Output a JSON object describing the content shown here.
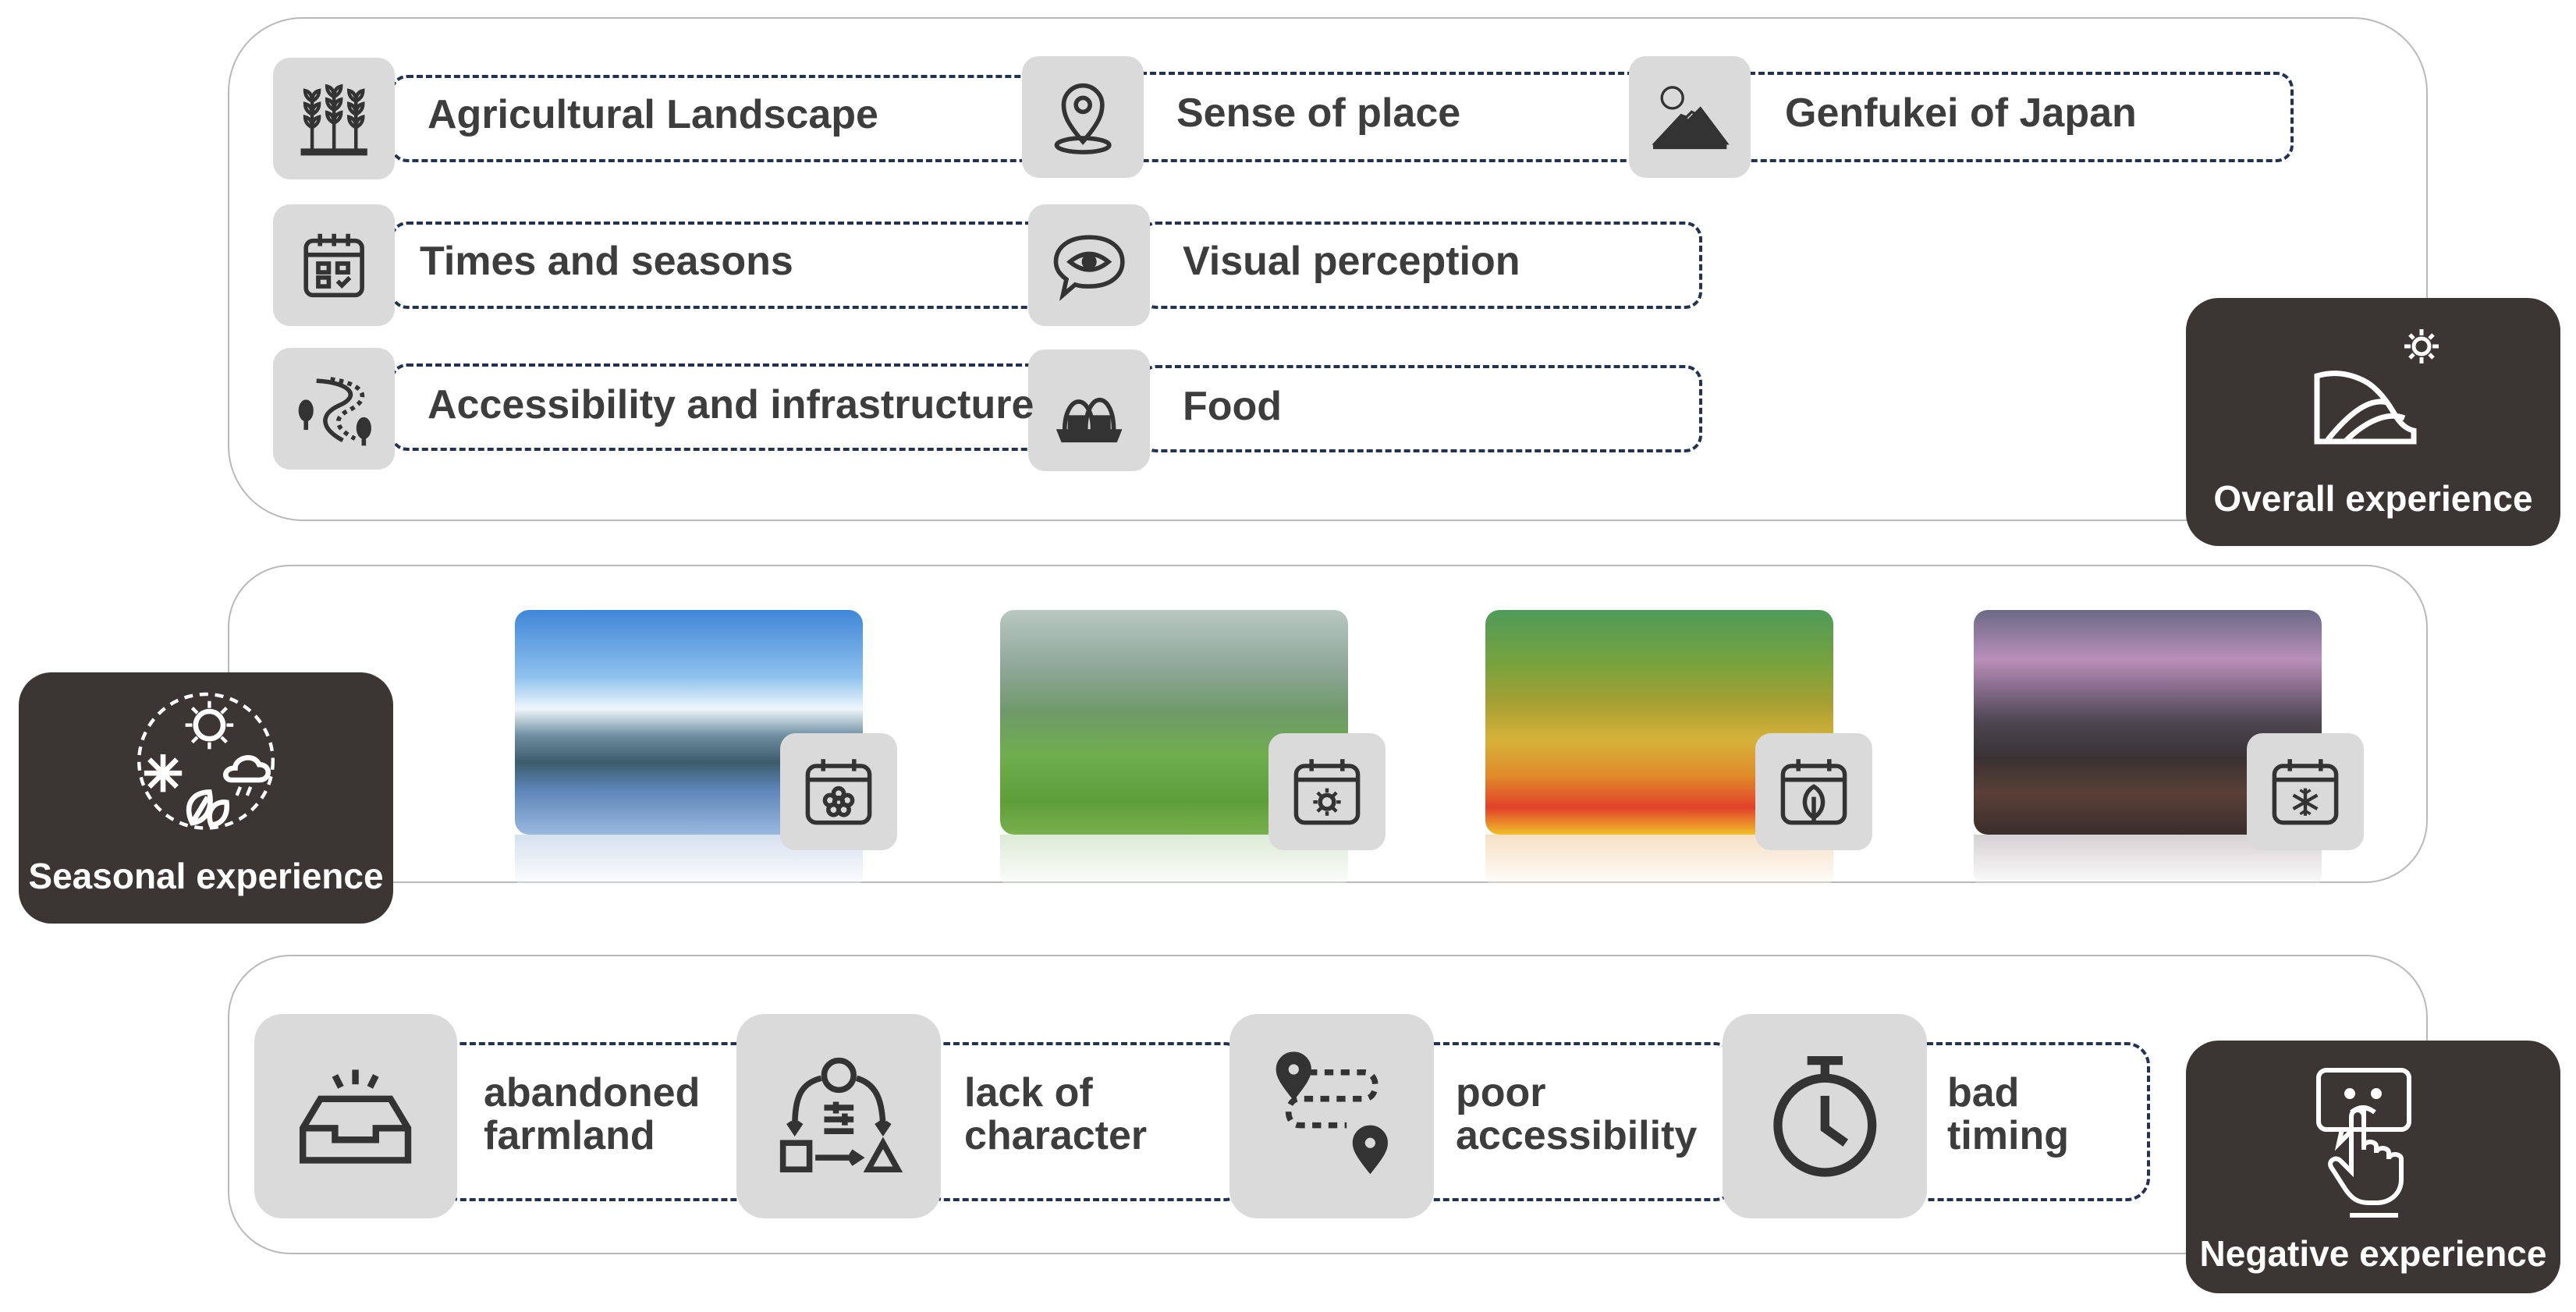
{
  "overall": {
    "title": "Overall experience",
    "items": [
      {
        "label": "Agricultural Landscape",
        "icon": "wheat-icon"
      },
      {
        "label": "Sense of place",
        "icon": "map-pin-icon"
      },
      {
        "label": "Genfukei of Japan",
        "icon": "mount-fuji-icon"
      },
      {
        "label": "Times and seasons",
        "icon": "calendar-icon"
      },
      {
        "label": "Visual perception",
        "icon": "eye-bubble-icon"
      },
      {
        "label": "Accessibility and infrastructure",
        "icon": "winding-road-icon"
      },
      {
        "label": "Food",
        "icon": "onigiri-icon"
      }
    ]
  },
  "seasonal": {
    "title": "Seasonal experience",
    "seasons": [
      {
        "name": "spring",
        "icon": "calendar-flower-icon"
      },
      {
        "name": "summer",
        "icon": "calendar-sun-icon"
      },
      {
        "name": "autumn",
        "icon": "calendar-leaf-icon"
      },
      {
        "name": "winter",
        "icon": "calendar-snowflake-icon"
      }
    ]
  },
  "negative": {
    "title": "Negative experience",
    "items": [
      {
        "line1": "abandoned",
        "line2": "farmland",
        "icon": "empty-tray-icon"
      },
      {
        "line1": "lack of",
        "line2": "character",
        "icon": "shapes-cycle-icon"
      },
      {
        "line1": "poor",
        "line2": "accessibility",
        "icon": "route-pins-icon"
      },
      {
        "line1": "bad",
        "line2": "timing",
        "icon": "stopwatch-icon"
      }
    ]
  },
  "colors": {
    "dark_panel": "#3b3534",
    "dashed_border": "#22324f",
    "icon_tile": "#dadada",
    "frame_border": "#b9b9b9"
  }
}
